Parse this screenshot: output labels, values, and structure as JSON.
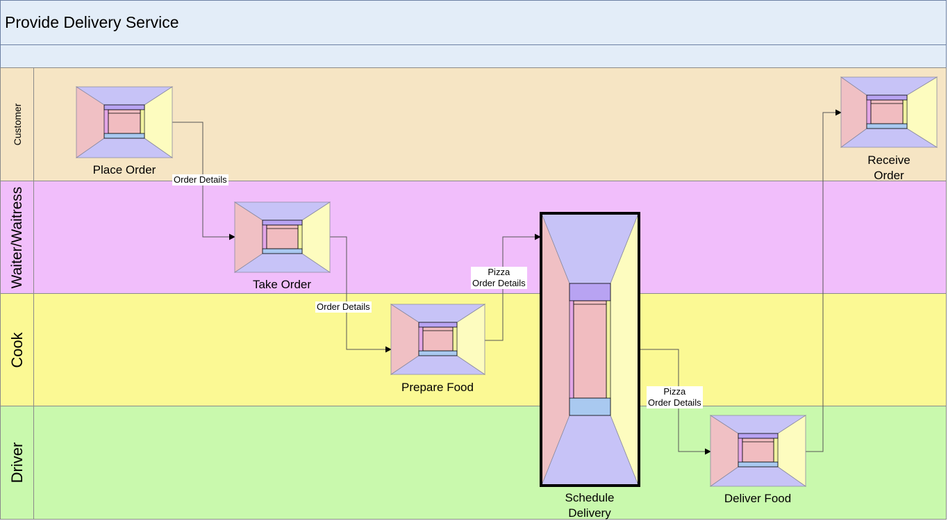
{
  "pool": {
    "title": "Provide Delivery Service"
  },
  "lanes": [
    {
      "name": "Customer",
      "color": "#f6e5c4"
    },
    {
      "name": "Waiter/Waitress",
      "color": "#f1befb"
    },
    {
      "name": "Cook",
      "color": "#fbf994"
    },
    {
      "name": "Driver",
      "color": "#c9f9ad"
    }
  ],
  "tasks": [
    {
      "name": "Place Order"
    },
    {
      "name": "Take Order"
    },
    {
      "name": "Prepare Food"
    },
    {
      "name": "Schedule Delivery"
    },
    {
      "name": "Deliver Food"
    },
    {
      "name": "Receive Order"
    }
  ],
  "flows": [
    {
      "label_line1": "Order Details",
      "label_line2": ""
    },
    {
      "label_line1": "Order Details",
      "label_line2": ""
    },
    {
      "label_line1": "Pizza",
      "label_line2": "Order Details"
    },
    {
      "label_line1": "Pizza",
      "label_line2": "Order Details"
    }
  ],
  "colors": {
    "box_top": "#c7c3f7",
    "box_left": "#f0c0c4",
    "box_right": "#fdfcbf",
    "inner_top": "#b8a3f2",
    "inner_bottom": "#a9c9f0",
    "inner_left": "#e3a6e6",
    "inner_right": "#f1f2a0",
    "inner_center": "#f1bcc0",
    "connector": "#555555"
  }
}
